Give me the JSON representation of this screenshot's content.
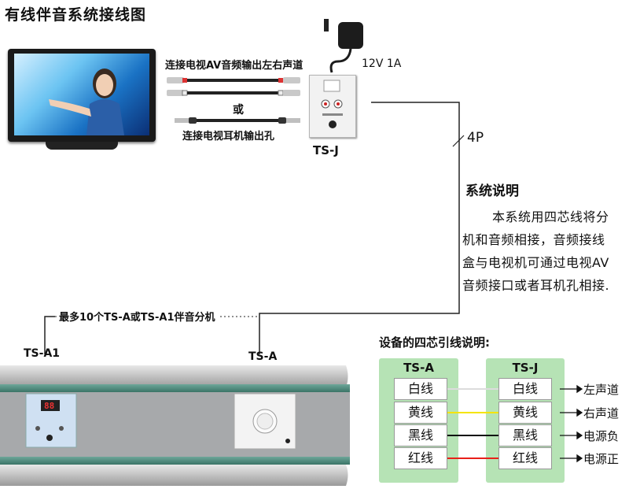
{
  "title": "有线伴音系统接线图",
  "labels": {
    "av_connect": "连接电视AV音频输出左右声道",
    "or": "或",
    "earphone_connect": "连接电视耳机输出孔",
    "power": "12V 1A",
    "tsj": "TS-J",
    "wire_4p": "4P",
    "max_units": "最多10个TS-A或TS-A1伴音分机",
    "ts_a1": "TS-A1",
    "ts_a": "TS-A",
    "panel_display": "88"
  },
  "system": {
    "heading": "系统说明",
    "lines": [
      "本系统用四芯线将分",
      "机和音频相接，音频接线",
      "盒与电视机可通过电视AV",
      "音频接口或者耳机孔相接."
    ]
  },
  "wiring": {
    "heading": "设备的四芯引线说明:",
    "left_header": "TS-A",
    "right_header": "TS-J",
    "rows": [
      {
        "wire": "白线",
        "function": "左声道",
        "color": "#f2f2f2"
      },
      {
        "wire": "黄线",
        "function": "右声道",
        "color": "#f5e400"
      },
      {
        "wire": "黑线",
        "function": "电源负",
        "color": "#111111"
      },
      {
        "wire": "红线",
        "function": "电源正",
        "color": "#e8201a"
      }
    ]
  }
}
